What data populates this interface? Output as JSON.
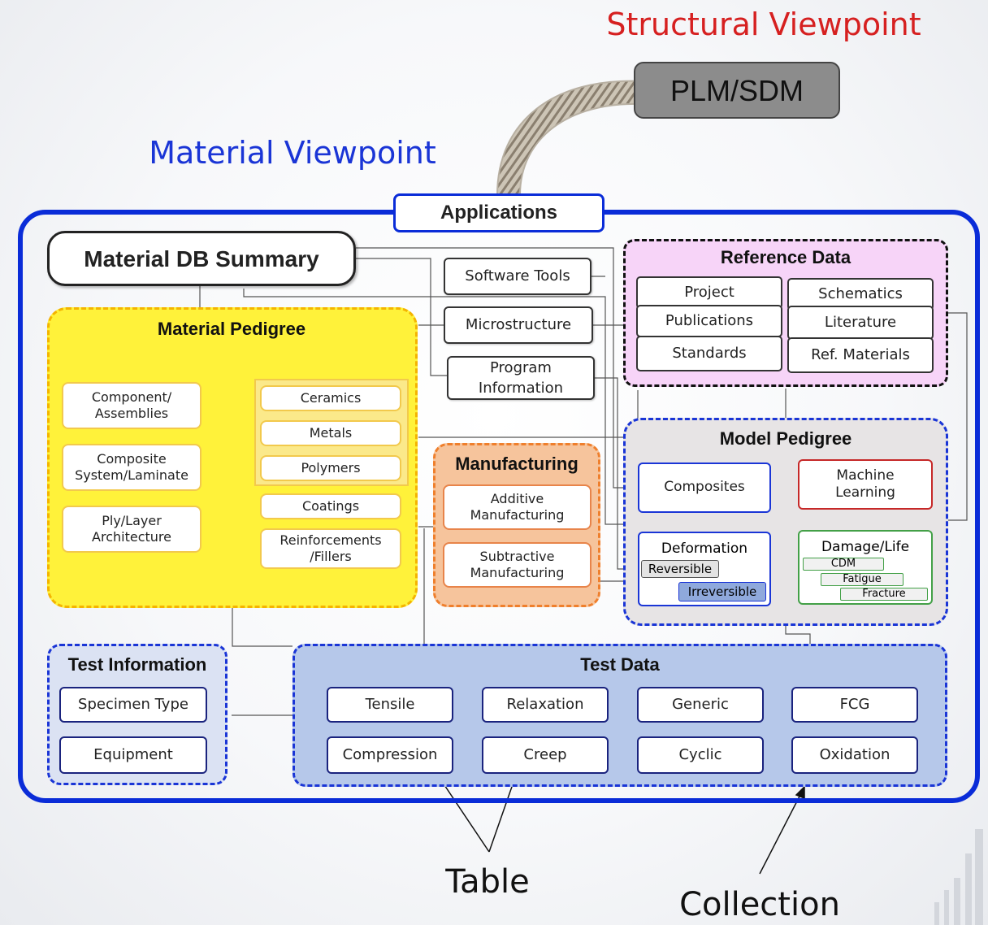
{
  "header": {
    "structural_viewpoint": "Structural Viewpoint",
    "plm_sdm": "PLM/SDM",
    "material_viewpoint": "Material Viewpoint",
    "applications": "Applications",
    "material_db_summary": "Material DB Summary"
  },
  "software_group": {
    "software_tools": "Software Tools",
    "microstructure": "Microstructure",
    "program_information": "Program Information"
  },
  "material_pedigree": {
    "title": "Material Pedigree",
    "left": [
      "Component/ Assemblies",
      "Composite System/Laminate",
      "Ply/Layer Architecture"
    ],
    "right": [
      "Ceramics",
      "Metals",
      "Polymers",
      "Coatings",
      "Reinforcements /Fillers"
    ]
  },
  "manufacturing": {
    "title": "Manufacturing",
    "items": [
      "Additive Manufacturing",
      "Subtractive Manufacturing"
    ]
  },
  "reference_data": {
    "title": "Reference Data",
    "left": [
      "Project",
      "Publications",
      "Standards"
    ],
    "right": [
      "Schematics",
      "Literature",
      "Ref. Materials"
    ]
  },
  "model_pedigree": {
    "title": "Model Pedigree",
    "composites": "Composites",
    "machine_learning": "Machine Learning",
    "deformation": {
      "label": "Deformation",
      "reversible": "Reversible",
      "irreversible": "Irreversible"
    },
    "damage_life": {
      "label": "Damage/Life",
      "cdm": "CDM",
      "fatigue": "Fatigue",
      "fracture": "Fracture"
    }
  },
  "test_information": {
    "title": "Test Information",
    "items": [
      "Specimen Type",
      "Equipment"
    ]
  },
  "test_data": {
    "title": "Test Data",
    "row1": [
      "Tensile",
      "Relaxation",
      "Generic",
      "FCG"
    ],
    "row2": [
      "Compression",
      "Creep",
      "Cyclic",
      "Oxidation"
    ]
  },
  "annotations": {
    "table": "Table",
    "collection": "Collection"
  },
  "colors": {
    "structural": "#d62020",
    "material": "#1a35d6",
    "outer_border": "#0a2cd8",
    "pedigree_fill": "#fff23a",
    "pedigree_border": "#f4b400",
    "manufacturing_fill": "#f6c49c",
    "manufacturing_border": "#ef7f2c",
    "reference_fill": "#f7d4f8",
    "model_fill": "#e7e4e5",
    "test_data_fill": "#b6c8ea",
    "test_info_fill": "#dbe2f3",
    "plm_fill": "#8c8c8c"
  }
}
